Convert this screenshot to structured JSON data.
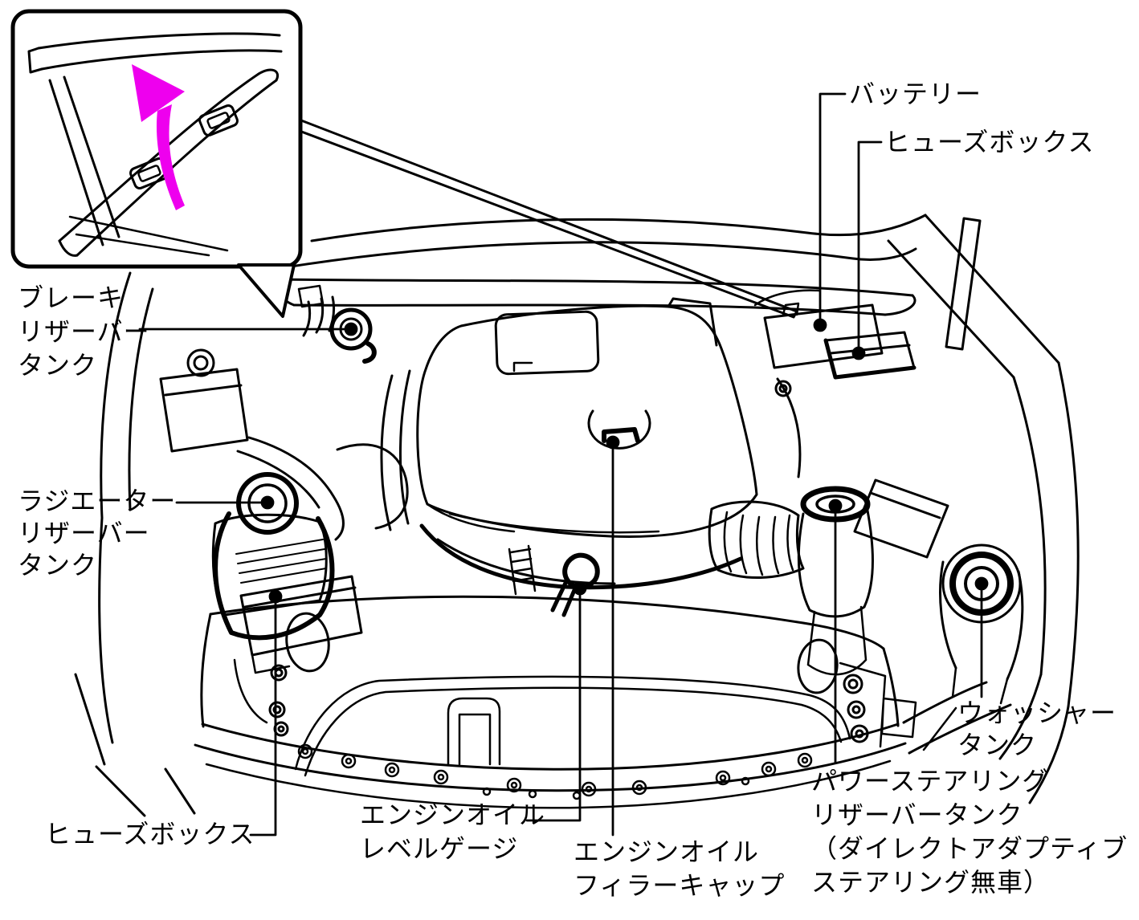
{
  "figure": {
    "type": "engine-compartment-labeled-diagram",
    "background_color": "#FFFFFF",
    "line_color": "#000000",
    "accent_color": "#EE00EE"
  },
  "inset": {
    "description": "hood-cover-open-detail",
    "arrow_color": "#EE00EE"
  },
  "labels": {
    "battery": "バッテリー",
    "fuse_box_upper": "ヒューズボックス",
    "brake_reservoir_tank": "ブレーキ\nリザーバー\nタンク",
    "radiator_reservoir_tank": "ラジエーター\nリザーバー\nタンク",
    "fuse_box_lower": "ヒューズボックス",
    "engine_oil_level_gauge": "エンジンオイル\nレベルゲージ",
    "engine_oil_filler_cap": "エンジンオイル\nフィラーキャップ",
    "washer_tank": "ウォッシャー\nタンク",
    "power_steering_reservoir_tank": "パワーステアリング\nリザーバータンク\n（ダイレクトアダプティブ\nステアリング無車）"
  }
}
